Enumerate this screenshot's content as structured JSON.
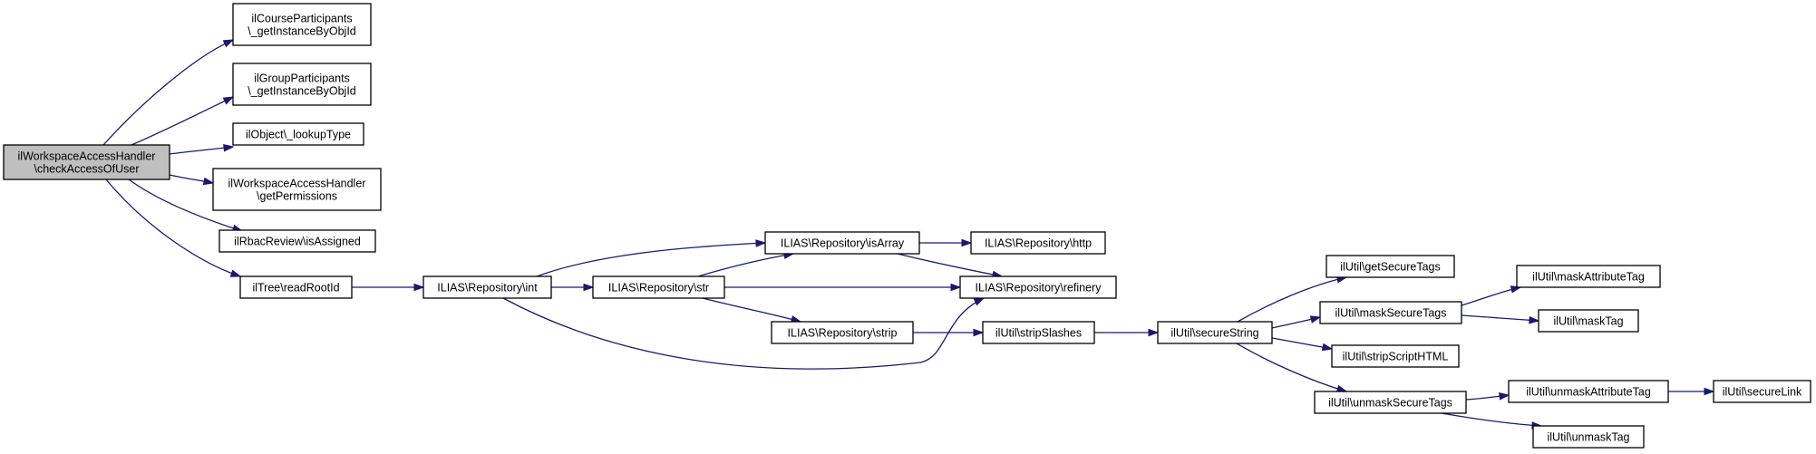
{
  "diagram": {
    "type": "call-graph",
    "root": "checkaccessofuser",
    "nodes": [
      {
        "id": "checkaccessofuser",
        "lines": [
          "ilWorkspaceAccessHandler",
          "\\checkAccessOfUser"
        ],
        "root": true
      },
      {
        "id": "courseparticipants",
        "lines": [
          "ilCourseParticipants",
          "\\_getInstanceByObjId"
        ]
      },
      {
        "id": "groupparticipants",
        "lines": [
          "ilGroupParticipants",
          "\\_getInstanceByObjId"
        ]
      },
      {
        "id": "lookuptype",
        "lines": [
          "ilObject\\_lookupType"
        ]
      },
      {
        "id": "getpermissions",
        "lines": [
          "ilWorkspaceAccessHandler",
          "\\getPermissions"
        ]
      },
      {
        "id": "isassigned",
        "lines": [
          "ilRbacReview\\isAssigned"
        ]
      },
      {
        "id": "readrootid",
        "lines": [
          "ilTree\\readRootId"
        ]
      },
      {
        "id": "repo-int",
        "lines": [
          "ILIAS\\Repository\\int"
        ]
      },
      {
        "id": "repo-isarray",
        "lines": [
          "ILIAS\\Repository\\isArray"
        ]
      },
      {
        "id": "repo-str",
        "lines": [
          "ILIAS\\Repository\\str"
        ]
      },
      {
        "id": "repo-http",
        "lines": [
          "ILIAS\\Repository\\http"
        ]
      },
      {
        "id": "repo-refinery",
        "lines": [
          "ILIAS\\Repository\\refinery"
        ]
      },
      {
        "id": "repo-strip",
        "lines": [
          "ILIAS\\Repository\\strip"
        ]
      },
      {
        "id": "stripslashes",
        "lines": [
          "ilUtil\\stripSlashes"
        ]
      },
      {
        "id": "securestring",
        "lines": [
          "ilUtil\\secureString"
        ]
      },
      {
        "id": "getsecuretags",
        "lines": [
          "ilUtil\\getSecureTags"
        ]
      },
      {
        "id": "masksecuretags",
        "lines": [
          "ilUtil\\maskSecureTags"
        ]
      },
      {
        "id": "stripscripthtml",
        "lines": [
          "ilUtil\\stripScriptHTML"
        ]
      },
      {
        "id": "unmasksecuretags",
        "lines": [
          "ilUtil\\unmaskSecureTags"
        ]
      },
      {
        "id": "maskattributetag",
        "lines": [
          "ilUtil\\maskAttributeTag"
        ]
      },
      {
        "id": "masktag",
        "lines": [
          "ilUtil\\maskTag"
        ]
      },
      {
        "id": "unmaskattributetag",
        "lines": [
          "ilUtil\\unmaskAttributeTag"
        ]
      },
      {
        "id": "unmasktag",
        "lines": [
          "ilUtil\\unmaskTag"
        ]
      },
      {
        "id": "securelink",
        "lines": [
          "ilUtil\\secureLink"
        ]
      }
    ],
    "edges": [
      [
        "checkaccessofuser",
        "courseparticipants"
      ],
      [
        "checkaccessofuser",
        "groupparticipants"
      ],
      [
        "checkaccessofuser",
        "lookuptype"
      ],
      [
        "checkaccessofuser",
        "getpermissions"
      ],
      [
        "checkaccessofuser",
        "isassigned"
      ],
      [
        "checkaccessofuser",
        "readrootid"
      ],
      [
        "readrootid",
        "repo-int"
      ],
      [
        "repo-int",
        "repo-isarray"
      ],
      [
        "repo-int",
        "repo-str"
      ],
      [
        "repo-int",
        "repo-refinery"
      ],
      [
        "repo-str",
        "repo-isarray"
      ],
      [
        "repo-str",
        "repo-refinery"
      ],
      [
        "repo-str",
        "repo-strip"
      ],
      [
        "repo-isarray",
        "repo-http"
      ],
      [
        "repo-isarray",
        "repo-refinery"
      ],
      [
        "repo-strip",
        "stripslashes"
      ],
      [
        "stripslashes",
        "securestring"
      ],
      [
        "securestring",
        "getsecuretags"
      ],
      [
        "securestring",
        "masksecuretags"
      ],
      [
        "securestring",
        "stripscripthtml"
      ],
      [
        "securestring",
        "unmasksecuretags"
      ],
      [
        "masksecuretags",
        "maskattributetag"
      ],
      [
        "masksecuretags",
        "masktag"
      ],
      [
        "unmasksecuretags",
        "unmaskattributetag"
      ],
      [
        "unmasksecuretags",
        "unmasktag"
      ],
      [
        "unmaskattributetag",
        "securelink"
      ]
    ]
  }
}
